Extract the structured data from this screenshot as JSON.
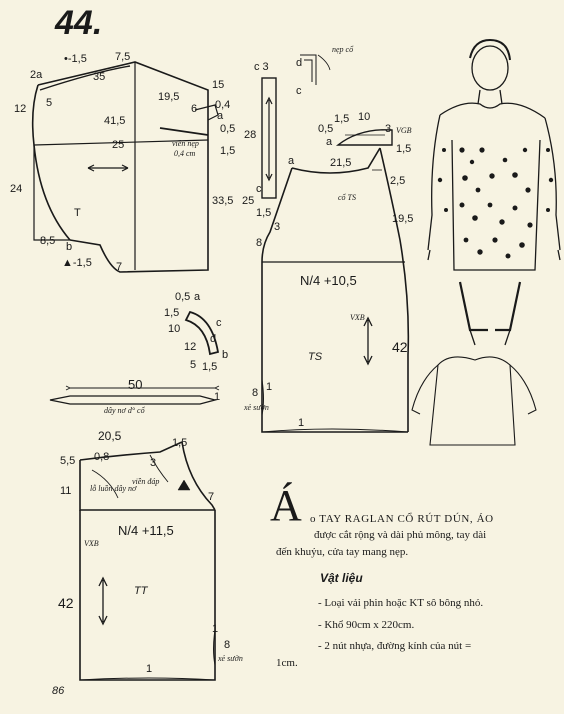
{
  "pattern_number": "44.",
  "page_number": "86",
  "description": {
    "dropcap": "Á",
    "line1": "o TAY RAGLAN CỔ RÚT DÚN, ÁO",
    "line2": "được cắt rộng và dài phủ mông, tay dài",
    "line3": "đến khuỷu, cửa tay mang nẹp."
  },
  "materials": {
    "heading": "Vật liệu",
    "item1": "- Loại vải phin hoặc KT sô bông nhỏ.",
    "item2": "- Khổ 90cm x 220cm.",
    "item3a": "- 2 nút nhựa, đường kính của nút =",
    "item3b": "1cm."
  },
  "sleeve": {
    "m_neg15": "•-1,5",
    "m_75": "7,5",
    "m_2a": "2a",
    "m_35": "35",
    "m_15a": "15",
    "m_12": "12",
    "m_5": "5",
    "m_195": "19,5",
    "m_6": "6",
    "m_04": "0,4",
    "m_415": "41,5",
    "m_a": "a",
    "m_05": "0,5",
    "m_25": "25",
    "m_15b": "1,5",
    "m_24": "24",
    "m_T": "T",
    "m_335": "33,5",
    "m_85": "8,5",
    "m_b": "b",
    "m_15c": "▲-1,5",
    "m_7": "7",
    "note_vien": "viền nẹp",
    "note_04cm": "0,4 cm"
  },
  "strip_c": {
    "c3": "c 3",
    "n28": "28",
    "c_low": "c",
    "n25": "25",
    "n15": "1,5"
  },
  "neck_detail": {
    "nep_co": "nẹp cổ",
    "d": "d",
    "c": "c",
    "n15": "1,5",
    "n10": "10",
    "n05": "0,5",
    "n3": "3",
    "vgb": "VGB",
    "n15b": "1,5",
    "a": "a"
  },
  "back": {
    "a": "a",
    "n215": "21,5",
    "n25": "2,5",
    "co_ts": "cổ TS",
    "n195": "19,5",
    "n3": "3",
    "n8": "8",
    "formula": "N/4 +10,5",
    "ts": "TS",
    "n42": "42",
    "vxb": "VXB",
    "n8b": "8",
    "n1": "1",
    "xe": "xẻ sườn",
    "n1b": "1"
  },
  "small_curve": {
    "n05": "0,5",
    "a": "a",
    "n15": "1,5",
    "n10": "10",
    "c": "c",
    "n12": "12",
    "d": "d",
    "b": "b",
    "n15b": "1,5",
    "n5": "5"
  },
  "strip": {
    "n50": "50",
    "n1": "1",
    "label": "dây nơ d° cổ"
  },
  "front": {
    "n205": "20,5",
    "n15": "1,5",
    "n55": "5,5",
    "n08": "0,8",
    "n3": "3",
    "n11": "11",
    "lo_luon": "lỗ luồn dây nơ",
    "vien_dap": "viền đáp",
    "n7": "7",
    "formula": "N/4 +11,5",
    "vxb": "VXB",
    "n42": "42",
    "tt": "TT",
    "n1": "1",
    "n8": "8",
    "xe": "xẻ sườn",
    "n1b": "1"
  }
}
